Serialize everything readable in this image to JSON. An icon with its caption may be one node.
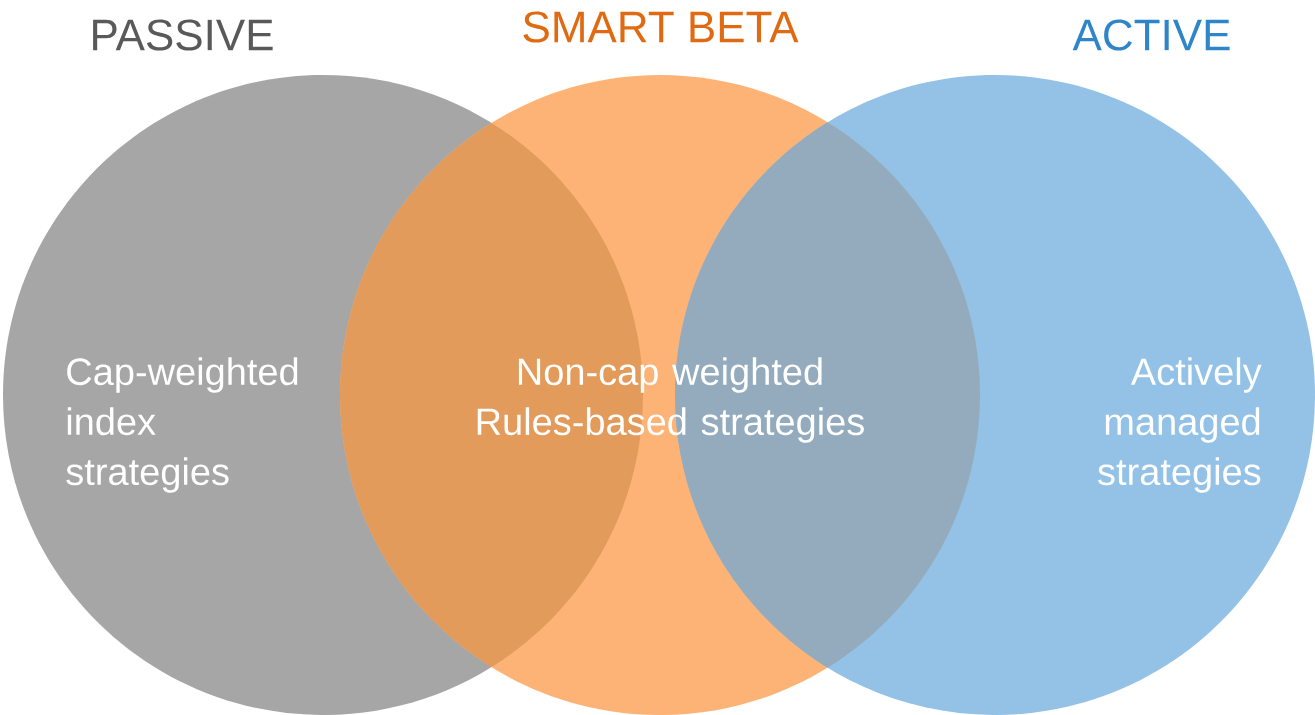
{
  "diagram": {
    "nodes": [
      {
        "text": [
          "PASSIVE",
          "Cap-weighted index strategies"
        ]
      },
      {
        "text": [
          "SMART BETA",
          "Non-cap weighted Rules-based strategies"
        ]
      },
      {
        "text": [
          "ACTIVE",
          "Actively managed strategies"
        ]
      }
    ]
  }
}
